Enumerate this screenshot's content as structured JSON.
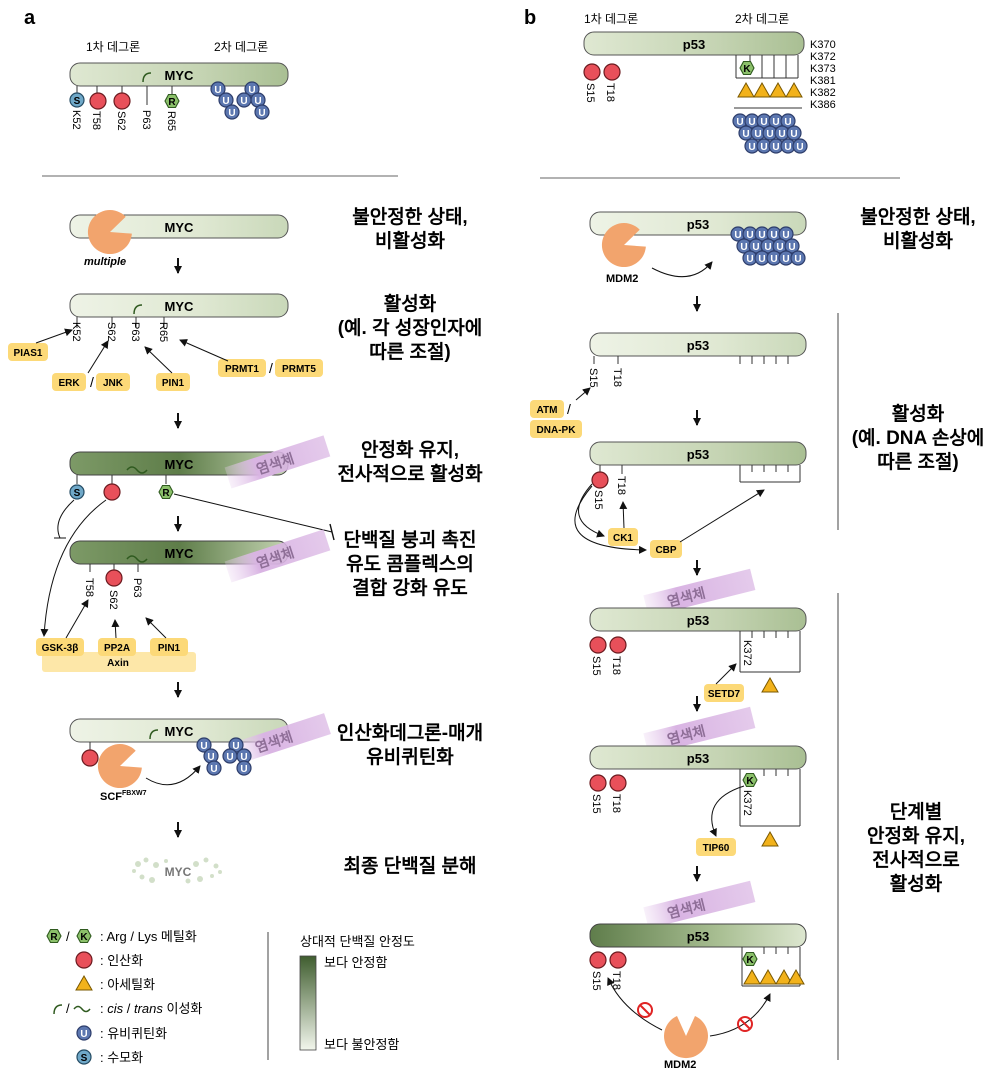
{
  "panels": {
    "a": "a",
    "b": "b"
  },
  "a": {
    "primary_degron": "1차 데그론",
    "secondary_degron": "2차 데그론",
    "protein": "MYC",
    "multiple": "multiple",
    "top_sites": [
      "K52",
      "T58",
      "S62",
      "P63",
      "R65"
    ],
    "act_sites": [
      "K52",
      "S62",
      "P63",
      "R65"
    ],
    "degr_sites": [
      "T58",
      "S62",
      "P63"
    ],
    "enzymes": {
      "pias1": "PIAS1",
      "erk": "ERK",
      "jnk": "JNK",
      "pin1": "PIN1",
      "prmt1": "PRMT1",
      "prmt5": "PRMT5",
      "gsk3b": "GSK-3β",
      "pp2a": "PP2A",
      "pin1b": "PIN1",
      "axin": "Axin",
      "scf": "SCF",
      "scf_sup": "FBXW7"
    },
    "slash": "/",
    "chromosome": "염색체",
    "captions": {
      "unstable": [
        "불안정한 상태,",
        "비활성화"
      ],
      "activation": [
        "활성화",
        "(예. 각 성장인자에",
        "따른 조절)"
      ],
      "stable": [
        "안정화 유지,",
        "전사적으로 활성화"
      ],
      "promote": [
        "단백질 붕괴 촉진",
        "유도 콤플렉스의",
        "결합 강화 유도"
      ],
      "ubiq": [
        "인산화데그론-매개",
        "유비퀴틴화"
      ],
      "degrade": [
        "최종 단백질 분해"
      ]
    }
  },
  "b": {
    "primary_degron": "1차 데그론",
    "secondary_degron": "2차 데그론",
    "protein": "p53",
    "k_sites": [
      "K370",
      "K372",
      "K373",
      "K381",
      "K382",
      "K386"
    ],
    "sites": {
      "s15": "S15",
      "t18": "T18",
      "k372": "K372"
    },
    "enzymes": {
      "mdm2": "MDM2",
      "atm": "ATM",
      "dnapk": "DNA-PK",
      "ck1": "CK1",
      "cbp": "CBP",
      "setd7": "SETD7",
      "tip60": "TIP60"
    },
    "slash": "/",
    "chromosome": "염색체",
    "captions": {
      "unstable": [
        "불안정한 상태,",
        "비활성화"
      ],
      "activation": [
        "활성화",
        "(예. DNA 손상에",
        "따른 조절)"
      ],
      "stepwise": [
        "단계별",
        "안정화 유지,",
        "전사적으로",
        "활성화"
      ]
    }
  },
  "legend": {
    "methyl": ": Arg / Lys 메틸화",
    "phospho": ": 인산화",
    "acetyl": ": 아세틸화",
    "isom_cis": "cis",
    "isom_sep": " / ",
    "isom_trans": "trans",
    "isom_rest": " 이성화",
    "ubiq": ": 유비퀴틴화",
    "sumo": ": 수모화",
    "stability_title": "상대적 단백질 안정도",
    "more_stable": "보다 안정함",
    "less_stable": "보다 불안정함"
  },
  "symbols": {
    "r": "R",
    "k": "K",
    "u": "U",
    "s": "S"
  },
  "colors": {
    "bar_light": "#e8efdc",
    "bar_dark": "#4d6a3c",
    "phospho": "#e8505a",
    "methyl": "#8bc06a",
    "ubiq": "#5c77b0",
    "sumo": "#6fa8c8",
    "acetyl": "#f2b21b",
    "enzyme": "#fcd978",
    "e3": "#f2a46d",
    "chromosome": "#d9b4e3",
    "inhibit": "#e02424"
  }
}
